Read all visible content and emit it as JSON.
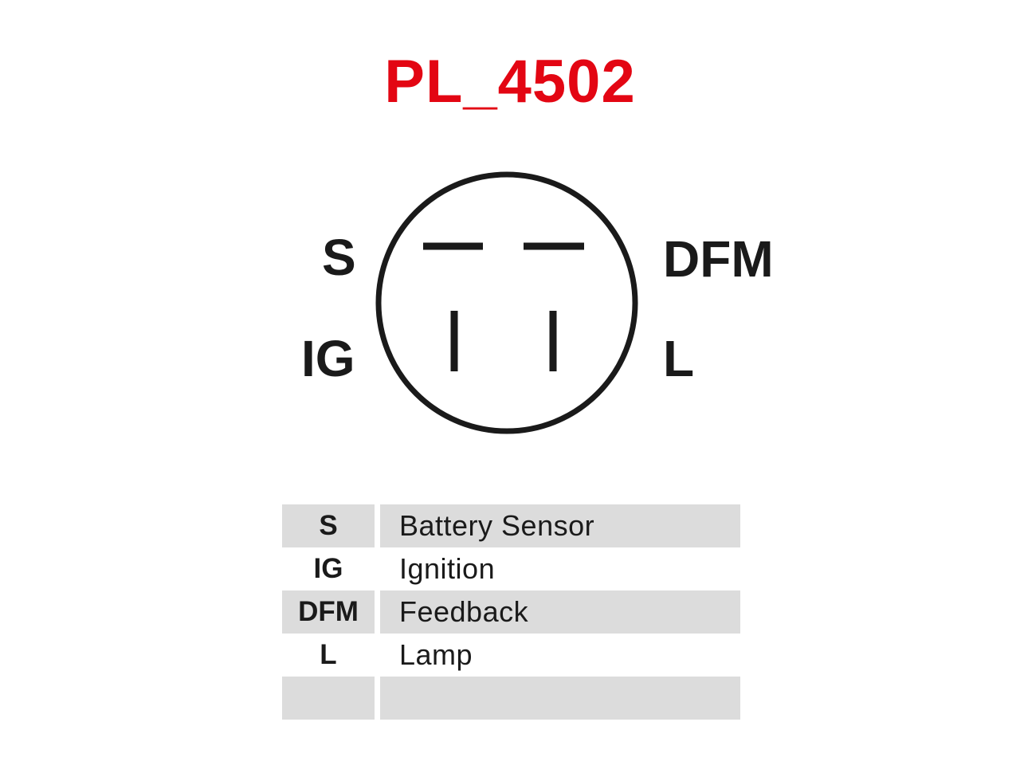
{
  "title": "PL_4502",
  "connector": {
    "pins": {
      "s": "S",
      "ig": "IG",
      "dfm": "DFM",
      "l": "L"
    }
  },
  "legend": {
    "rows": [
      {
        "code": "S",
        "desc": "Battery Sensor"
      },
      {
        "code": "IG",
        "desc": "Ignition"
      },
      {
        "code": "DFM",
        "desc": "Feedback"
      },
      {
        "code": "L",
        "desc": "Lamp"
      },
      {
        "code": "",
        "desc": ""
      }
    ]
  },
  "colors": {
    "title": "#e30613",
    "lines": "#1a1a1a",
    "row_shade": "#dcdcdc"
  }
}
